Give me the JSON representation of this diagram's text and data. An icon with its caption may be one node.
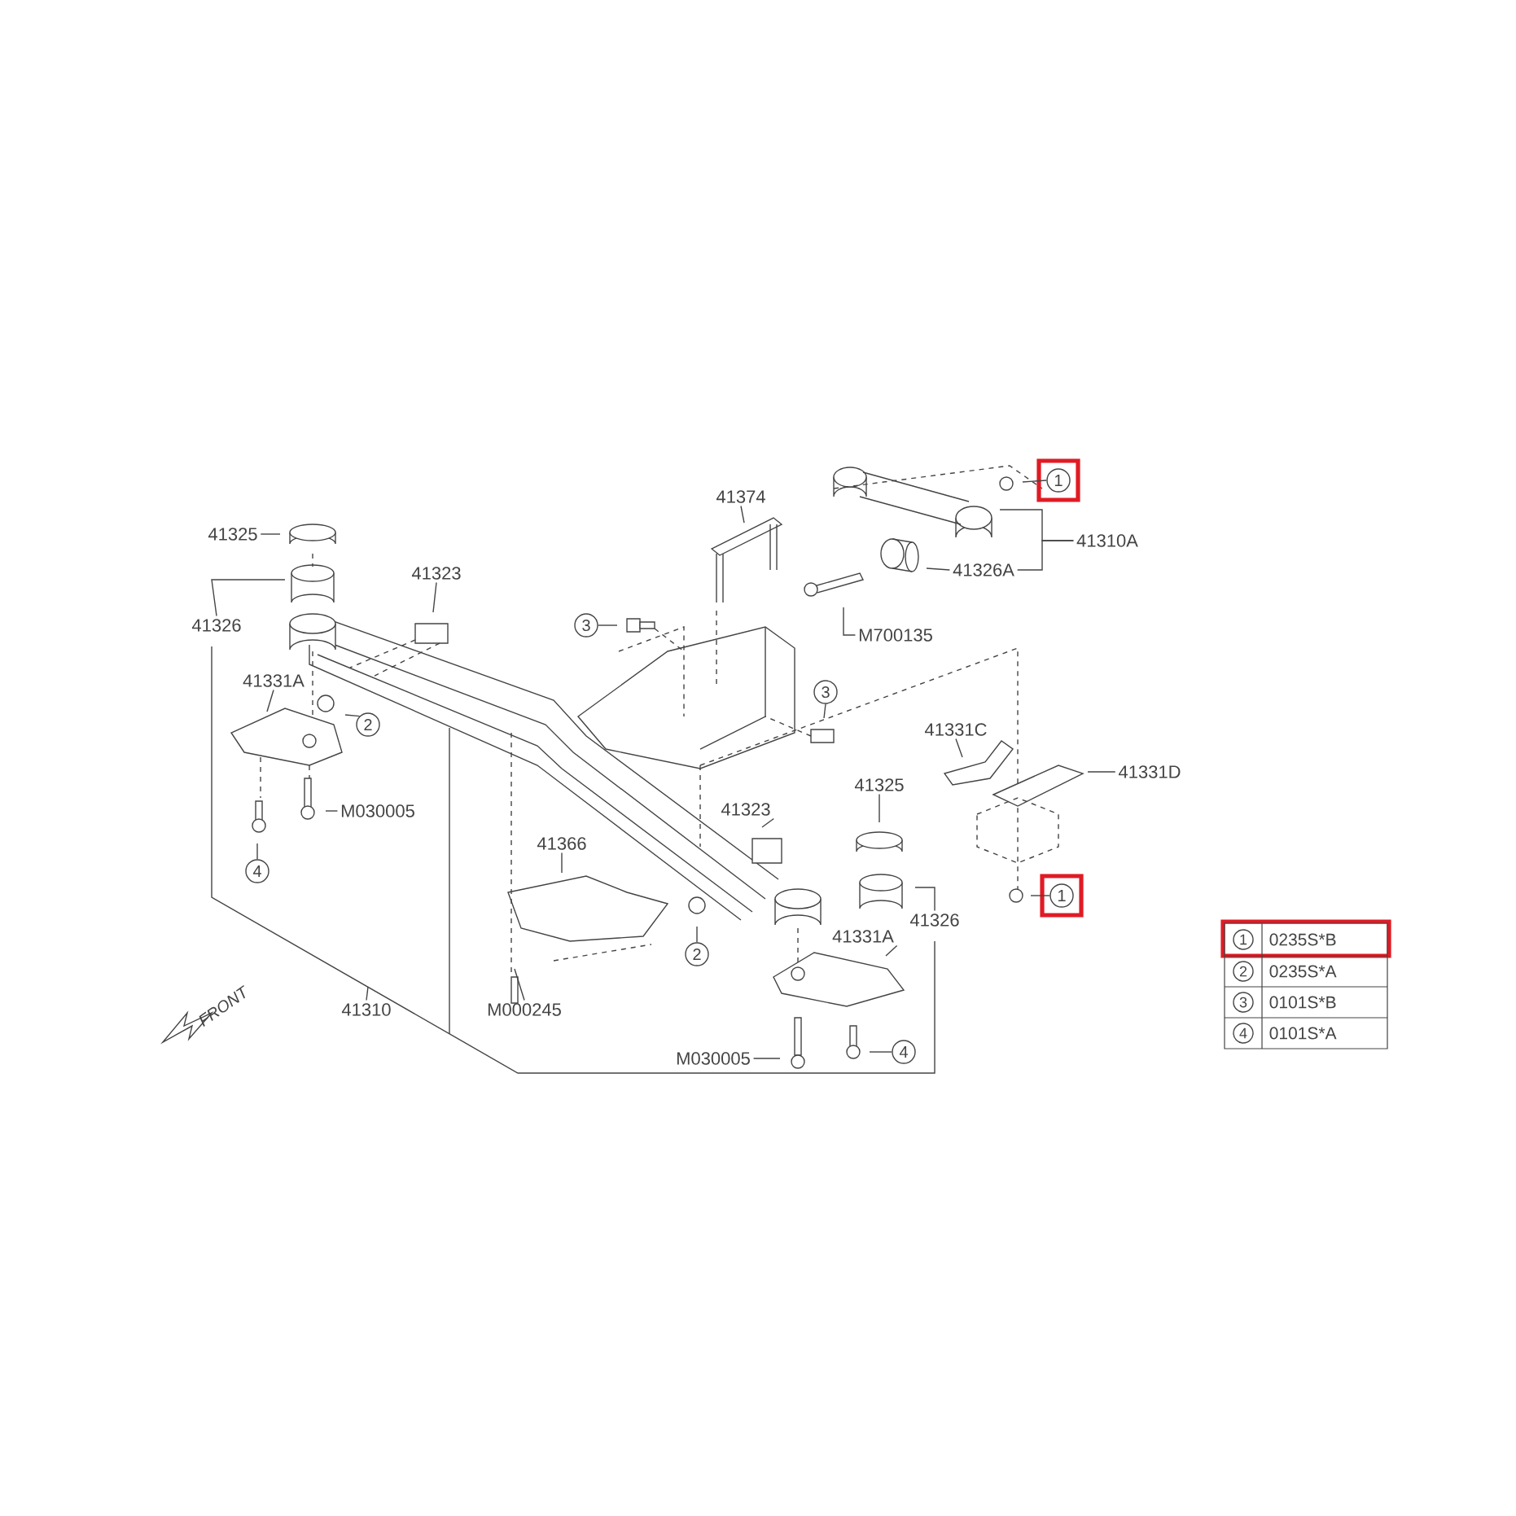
{
  "diagram": {
    "nodes": [
      {
        "text": [
          "41325"
        ]
      },
      {
        "text": [
          "41326"
        ]
      },
      {
        "text": [
          "41323"
        ]
      },
      {
        "text": [
          "41331A"
        ]
      },
      {
        "text": [
          "2"
        ]
      },
      {
        "text": [
          "M030005"
        ]
      },
      {
        "text": [
          "4"
        ]
      },
      {
        "text": [
          "41374"
        ]
      },
      {
        "text": [
          "1"
        ]
      },
      {
        "text": [
          "41310A"
        ]
      },
      {
        "text": [
          "41326A"
        ]
      },
      {
        "text": [
          "3"
        ]
      },
      {
        "text": [
          "M700135"
        ]
      },
      {
        "text": [
          "3"
        ]
      },
      {
        "text": [
          "41331C"
        ]
      },
      {
        "text": [
          "41331D"
        ]
      },
      {
        "text": [
          "41325"
        ]
      },
      {
        "text": [
          "1"
        ]
      },
      {
        "text": [
          "41323"
        ]
      },
      {
        "text": [
          "41366"
        ]
      },
      {
        "text": [
          "41326"
        ]
      },
      {
        "text": [
          "2"
        ]
      },
      {
        "text": [
          "41331A"
        ]
      },
      {
        "text": [
          "M000245"
        ]
      },
      {
        "text": [
          "41310"
        ]
      },
      {
        "text": [
          "M030005"
        ]
      },
      {
        "text": [
          "4"
        ]
      }
    ],
    "edges": [
      {
        "from": 0,
        "to": null,
        "arrow": "none"
      },
      {
        "from": 1,
        "to": null,
        "arrow": "none"
      },
      {
        "from": 2,
        "to": null,
        "arrow": "none"
      },
      {
        "from": 3,
        "to": null,
        "arrow": "none"
      },
      {
        "from": 4,
        "to": null,
        "arrow": "none"
      },
      {
        "from": 5,
        "to": null,
        "arrow": "none"
      },
      {
        "from": 6,
        "to": null,
        "arrow": "none"
      },
      {
        "from": 7,
        "to": null,
        "arrow": "none"
      },
      {
        "from": 8,
        "to": null,
        "arrow": "none"
      },
      {
        "from": 9,
        "to": null,
        "arrow": "none"
      },
      {
        "from": 10,
        "to": null,
        "arrow": "none"
      },
      {
        "from": 11,
        "to": null,
        "arrow": "none"
      },
      {
        "from": 12,
        "to": null,
        "arrow": "none"
      },
      {
        "from": 13,
        "to": null,
        "arrow": "none"
      },
      {
        "from": 14,
        "to": null,
        "arrow": "none"
      },
      {
        "from": 15,
        "to": null,
        "arrow": "none"
      },
      {
        "from": 16,
        "to": null,
        "arrow": "none"
      },
      {
        "from": 17,
        "to": null,
        "arrow": "none"
      },
      {
        "from": 18,
        "to": null,
        "arrow": "none"
      },
      {
        "from": 19,
        "to": null,
        "arrow": "none"
      },
      {
        "from": 20,
        "to": null,
        "arrow": "none"
      },
      {
        "from": 21,
        "to": null,
        "arrow": "none"
      },
      {
        "from": 22,
        "to": null,
        "arrow": "none"
      },
      {
        "from": 23,
        "to": null,
        "arrow": "none"
      },
      {
        "from": 24,
        "to": null,
        "arrow": "none"
      },
      {
        "from": 25,
        "to": null,
        "arrow": "none"
      },
      {
        "from": 26,
        "to": null,
        "arrow": "none"
      },
      {
        "from": 9,
        "to": 10,
        "arrow": "none"
      }
    ],
    "labels": [
      "FRONT",
      "1",
      "0235S*B",
      "2",
      "0235S*A",
      "3",
      "0101S*B",
      "4",
      "0101S*A"
    ]
  }
}
